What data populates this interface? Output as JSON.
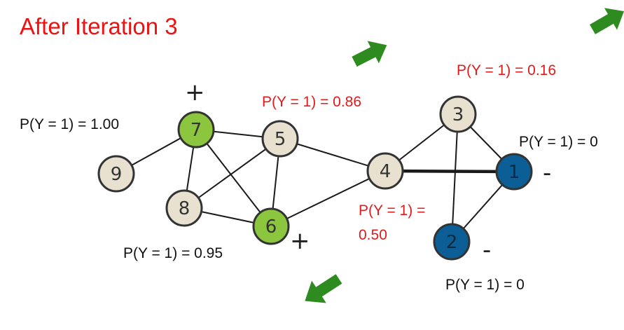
{
  "title": "After Iteration 3",
  "colors": {
    "title": "#ee1111",
    "highlight_text": "#e01b1b",
    "normal_text": "#111111",
    "node_neutral": "#e9e1cf",
    "node_positive": "#8cc63f",
    "node_negative": "#0b5f96",
    "arrow": "#2e8b1f"
  },
  "nodes": [
    {
      "id": "1",
      "label": "1",
      "class": "negative"
    },
    {
      "id": "2",
      "label": "2",
      "class": "negative"
    },
    {
      "id": "3",
      "label": "3",
      "class": "unlabeled"
    },
    {
      "id": "4",
      "label": "4",
      "class": "unlabeled"
    },
    {
      "id": "5",
      "label": "5",
      "class": "unlabeled"
    },
    {
      "id": "6",
      "label": "6",
      "class": "positive"
    },
    {
      "id": "7",
      "label": "7",
      "class": "positive"
    },
    {
      "id": "8",
      "label": "8",
      "class": "unlabeled"
    },
    {
      "id": "9",
      "label": "9",
      "class": "unlabeled"
    }
  ],
  "edges": [
    {
      "from": "9",
      "to": "7"
    },
    {
      "from": "7",
      "to": "5"
    },
    {
      "from": "7",
      "to": "8"
    },
    {
      "from": "7",
      "to": "6"
    },
    {
      "from": "8",
      "to": "5"
    },
    {
      "from": "8",
      "to": "6"
    },
    {
      "from": "5",
      "to": "6"
    },
    {
      "from": "5",
      "to": "4"
    },
    {
      "from": "6",
      "to": "4"
    },
    {
      "from": "4",
      "to": "3"
    },
    {
      "from": "4",
      "to": "1",
      "strong": true
    },
    {
      "from": "3",
      "to": "1"
    },
    {
      "from": "3",
      "to": "2"
    },
    {
      "from": "2",
      "to": "1"
    }
  ],
  "signs": {
    "positive": "+",
    "negative": "-"
  },
  "probabilities": {
    "node7": {
      "text": "P(Y = 1) = 1.00",
      "highlight": false
    },
    "node5": {
      "text": "P(Y = 1) = 0.86",
      "highlight": true
    },
    "node3": {
      "text": "P(Y = 1) = 0.16",
      "highlight": true
    },
    "node1": {
      "text": "P(Y = 1) = 0",
      "highlight": false
    },
    "node4_line1": {
      "text": "P(Y = 1) =",
      "highlight": true
    },
    "node4_line2": {
      "text": "0.50",
      "highlight": true
    },
    "node8": {
      "text": "P(Y = 1) = 0.95",
      "highlight": false
    },
    "node2": {
      "text": "P(Y = 1) = 0",
      "highlight": false
    }
  }
}
